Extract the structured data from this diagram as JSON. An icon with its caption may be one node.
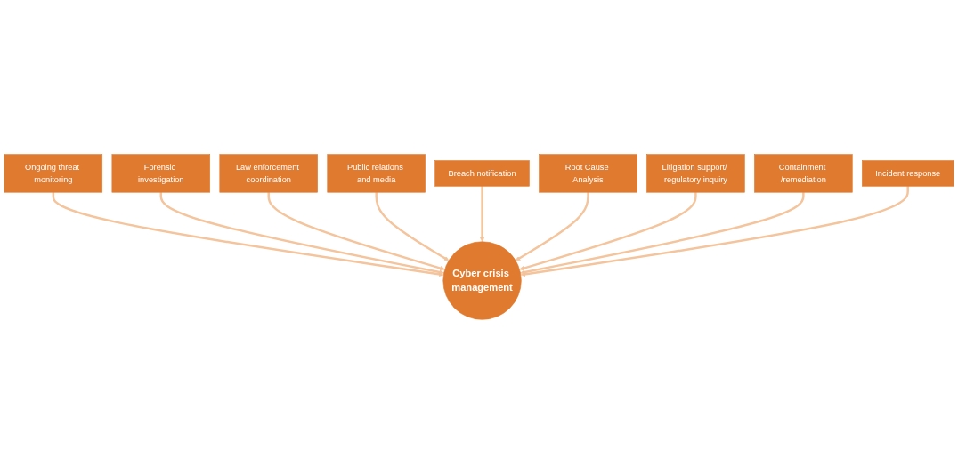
{
  "diagram": {
    "nodes": [
      {
        "text": [
          "Breach notification"
        ]
      },
      {
        "text": [
          "Public relations and media"
        ]
      },
      {
        "text": [
          "Root Cause Analysis"
        ]
      },
      {
        "text": [
          "Law enforcement coordination"
        ]
      },
      {
        "text": [
          "Litigation support/ regulatory inquiry"
        ]
      },
      {
        "text": [
          "Forensic investigation"
        ]
      },
      {
        "text": [
          "Containment /remediation"
        ]
      },
      {
        "text": [
          "Ongoing threat monitoring"
        ]
      },
      {
        "text": [
          "Cyber crisis management"
        ]
      },
      {
        "text": [
          "Incident response"
        ]
      }
    ],
    "edges": [
      {
        "from": 7,
        "to": 8,
        "arrow": "to"
      },
      {
        "from": 5,
        "to": 8,
        "arrow": "to"
      },
      {
        "from": 3,
        "to": 8,
        "arrow": "to"
      },
      {
        "from": 1,
        "to": 8,
        "arrow": "to"
      },
      {
        "from": 0,
        "to": 8,
        "arrow": "to"
      },
      {
        "from": 2,
        "to": 8,
        "arrow": "to"
      },
      {
        "from": 4,
        "to": 8,
        "arrow": "to"
      },
      {
        "from": 6,
        "to": 8,
        "arrow": "to"
      },
      {
        "from": 9,
        "to": 8,
        "arrow": "to"
      }
    ]
  }
}
